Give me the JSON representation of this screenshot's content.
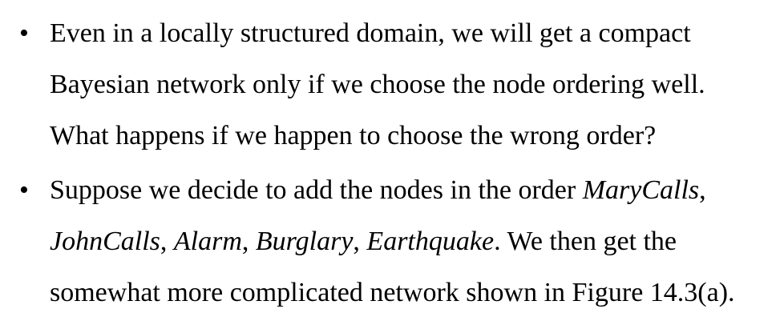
{
  "bullets": [
    {
      "marker": "•",
      "lines": [
        "Even in a locally structured domain, we will get a compact",
        "Bayesian network only if we choose the node ordering well.",
        "What happens if we happen to choose the wrong order?"
      ]
    },
    {
      "marker": "•",
      "line1": {
        "prefix": "Suppose we decide to add the nodes in the order ",
        "node1": "MaryCalls",
        "suffix": ","
      },
      "line2": {
        "node2": "JohnCalls",
        "sep1": ", ",
        "node3": "Alarm",
        "sep2": ", ",
        "node4": "Burglary",
        "sep3": ", ",
        "node5": "Earthquake",
        "suffix": ". We then get the"
      },
      "line3": "somewhat more complicated network shown in Figure 14.3(a)."
    }
  ]
}
